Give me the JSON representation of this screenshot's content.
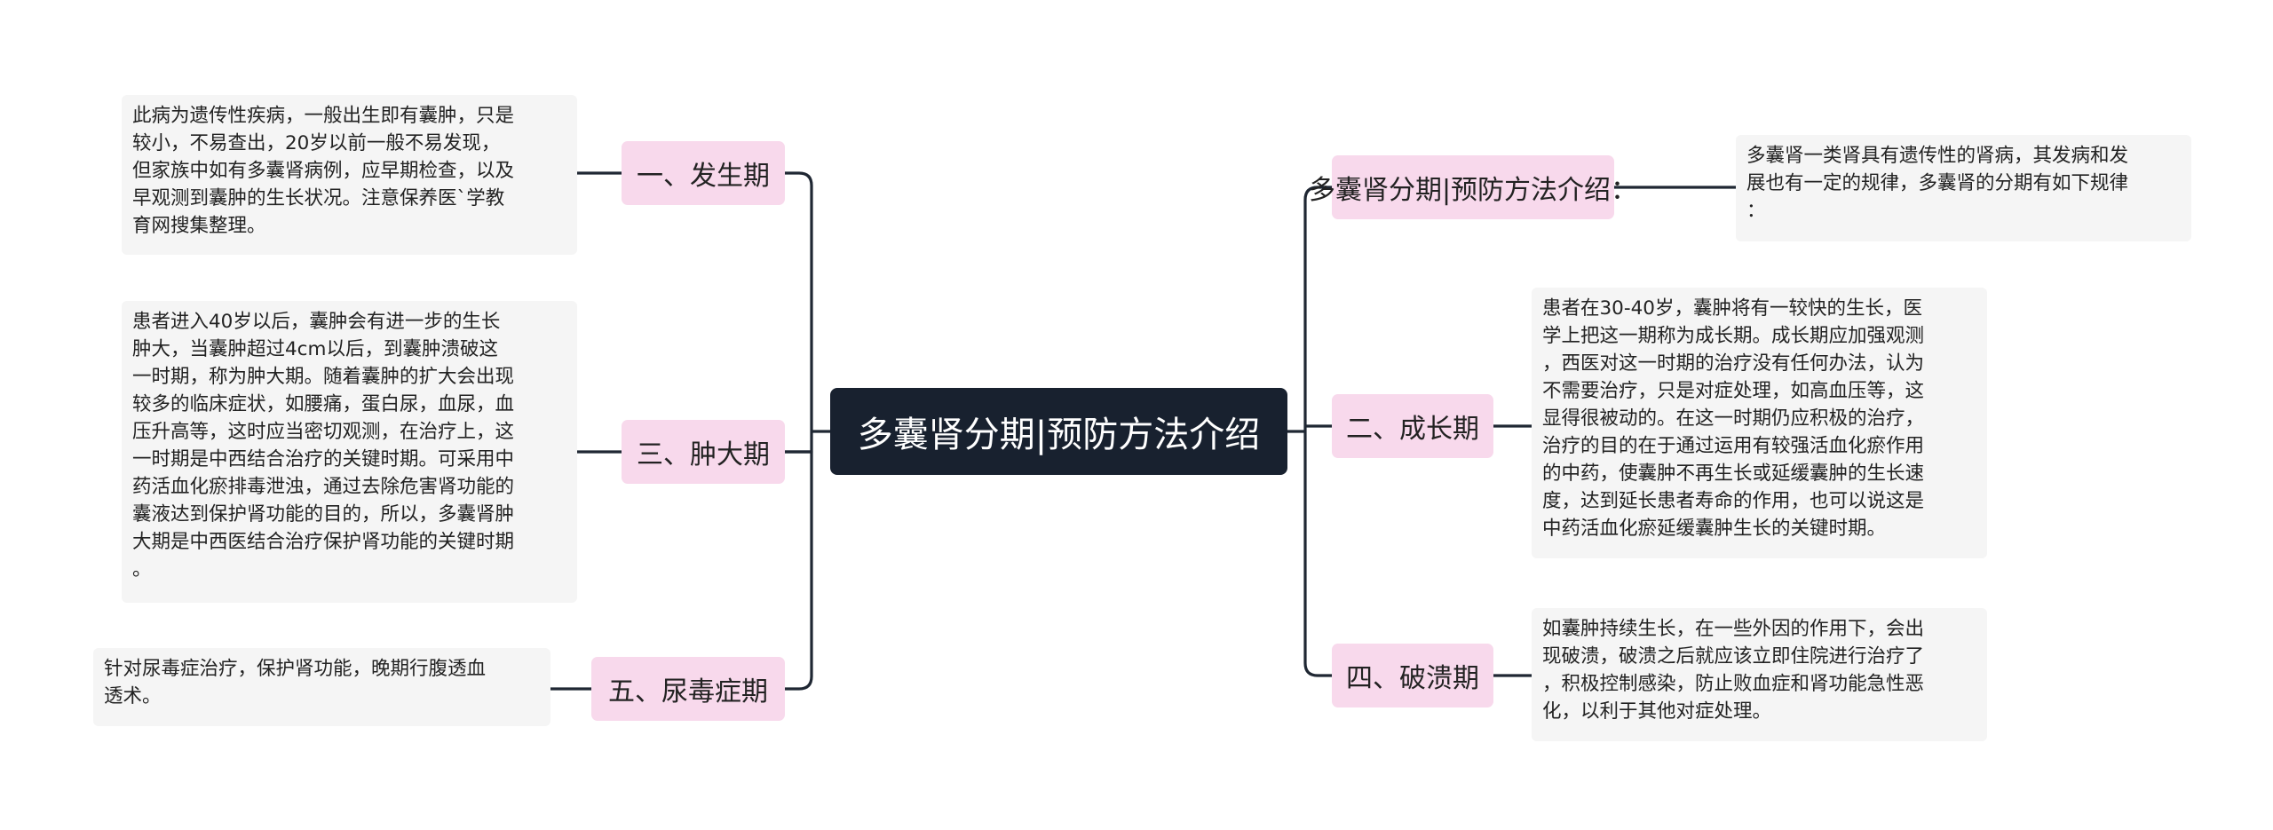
{
  "root": {
    "title": "多囊肾分期|预防方法介绍"
  },
  "branches": [
    {
      "label": "一、发生期",
      "detail": "此病为遗传性疾病，一般出生即有囊肿，只是\n较小，不易查出，20岁以前一般不易发现，\n但家族中如有多囊肾病例，应早期检查，以及\n早观测到囊肿的生长状况。注意保养医`学教\n育网搜集整理。"
    },
    {
      "label": "三、肿大期",
      "detail": "患者进入40岁以后，囊肿会有进一步的生长\n肿大，当囊肿超过4cm以后，到囊肿溃破这\n一时期，称为肿大期。随着囊肿的扩大会出现\n较多的临床症状，如腰痛，蛋白尿，血尿，血\n压升高等，这时应当密切观测，在治疗上，这\n一时期是中西结合治疗的关键时期。可采用中\n药活血化瘀排毒泄浊，通过去除危害肾功能的\n囊液达到保护肾功能的目的，所以，多囊肾肿\n大期是中西医结合治疗保护肾功能的关键时期\n。"
    },
    {
      "label": "五、尿毒症期",
      "detail": "针对尿毒症治疗，保护肾功能，晚期行腹透血\n透术。"
    },
    {
      "label": "多囊肾分期|预防方法介绍：",
      "detail": "多囊肾一类肾具有遗传性的肾病，其发病和发\n展也有一定的规律，多囊肾的分期有如下规律\n："
    },
    {
      "label": "二、成长期",
      "detail": "患者在30-40岁，囊肿将有一较快的生长，医\n学上把这一期称为成长期。成长期应加强观测\n，西医对这一时期的治疗没有任何办法，认为\n不需要治疗，只是对症处理，如高血压等，这\n显得很被动的。在这一时期仍应积极的治疗，\n治疗的目的在于通过运用有较强活血化瘀作用\n的中药，使囊肿不再生长或延缓囊肿的生长速\n度，达到延长患者寿命的作用，也可以说这是\n中药活血化瘀延缓囊肿生长的关键时期。"
    },
    {
      "label": "四、破溃期",
      "detail": "如囊肿持续生长，在一些外因的作用下，会出\n现破溃，破溃之后就应该立即住院进行治疗了\n，积极控制感染，防止败血症和肾功能急性恶\n化，以利于其他对症处理。"
    }
  ],
  "colors": {
    "root_bg": "#18212f",
    "branch_bg": "#f8d9ec",
    "leaf_bg": "#f5f5f5",
    "connector": "#1f2733"
  }
}
